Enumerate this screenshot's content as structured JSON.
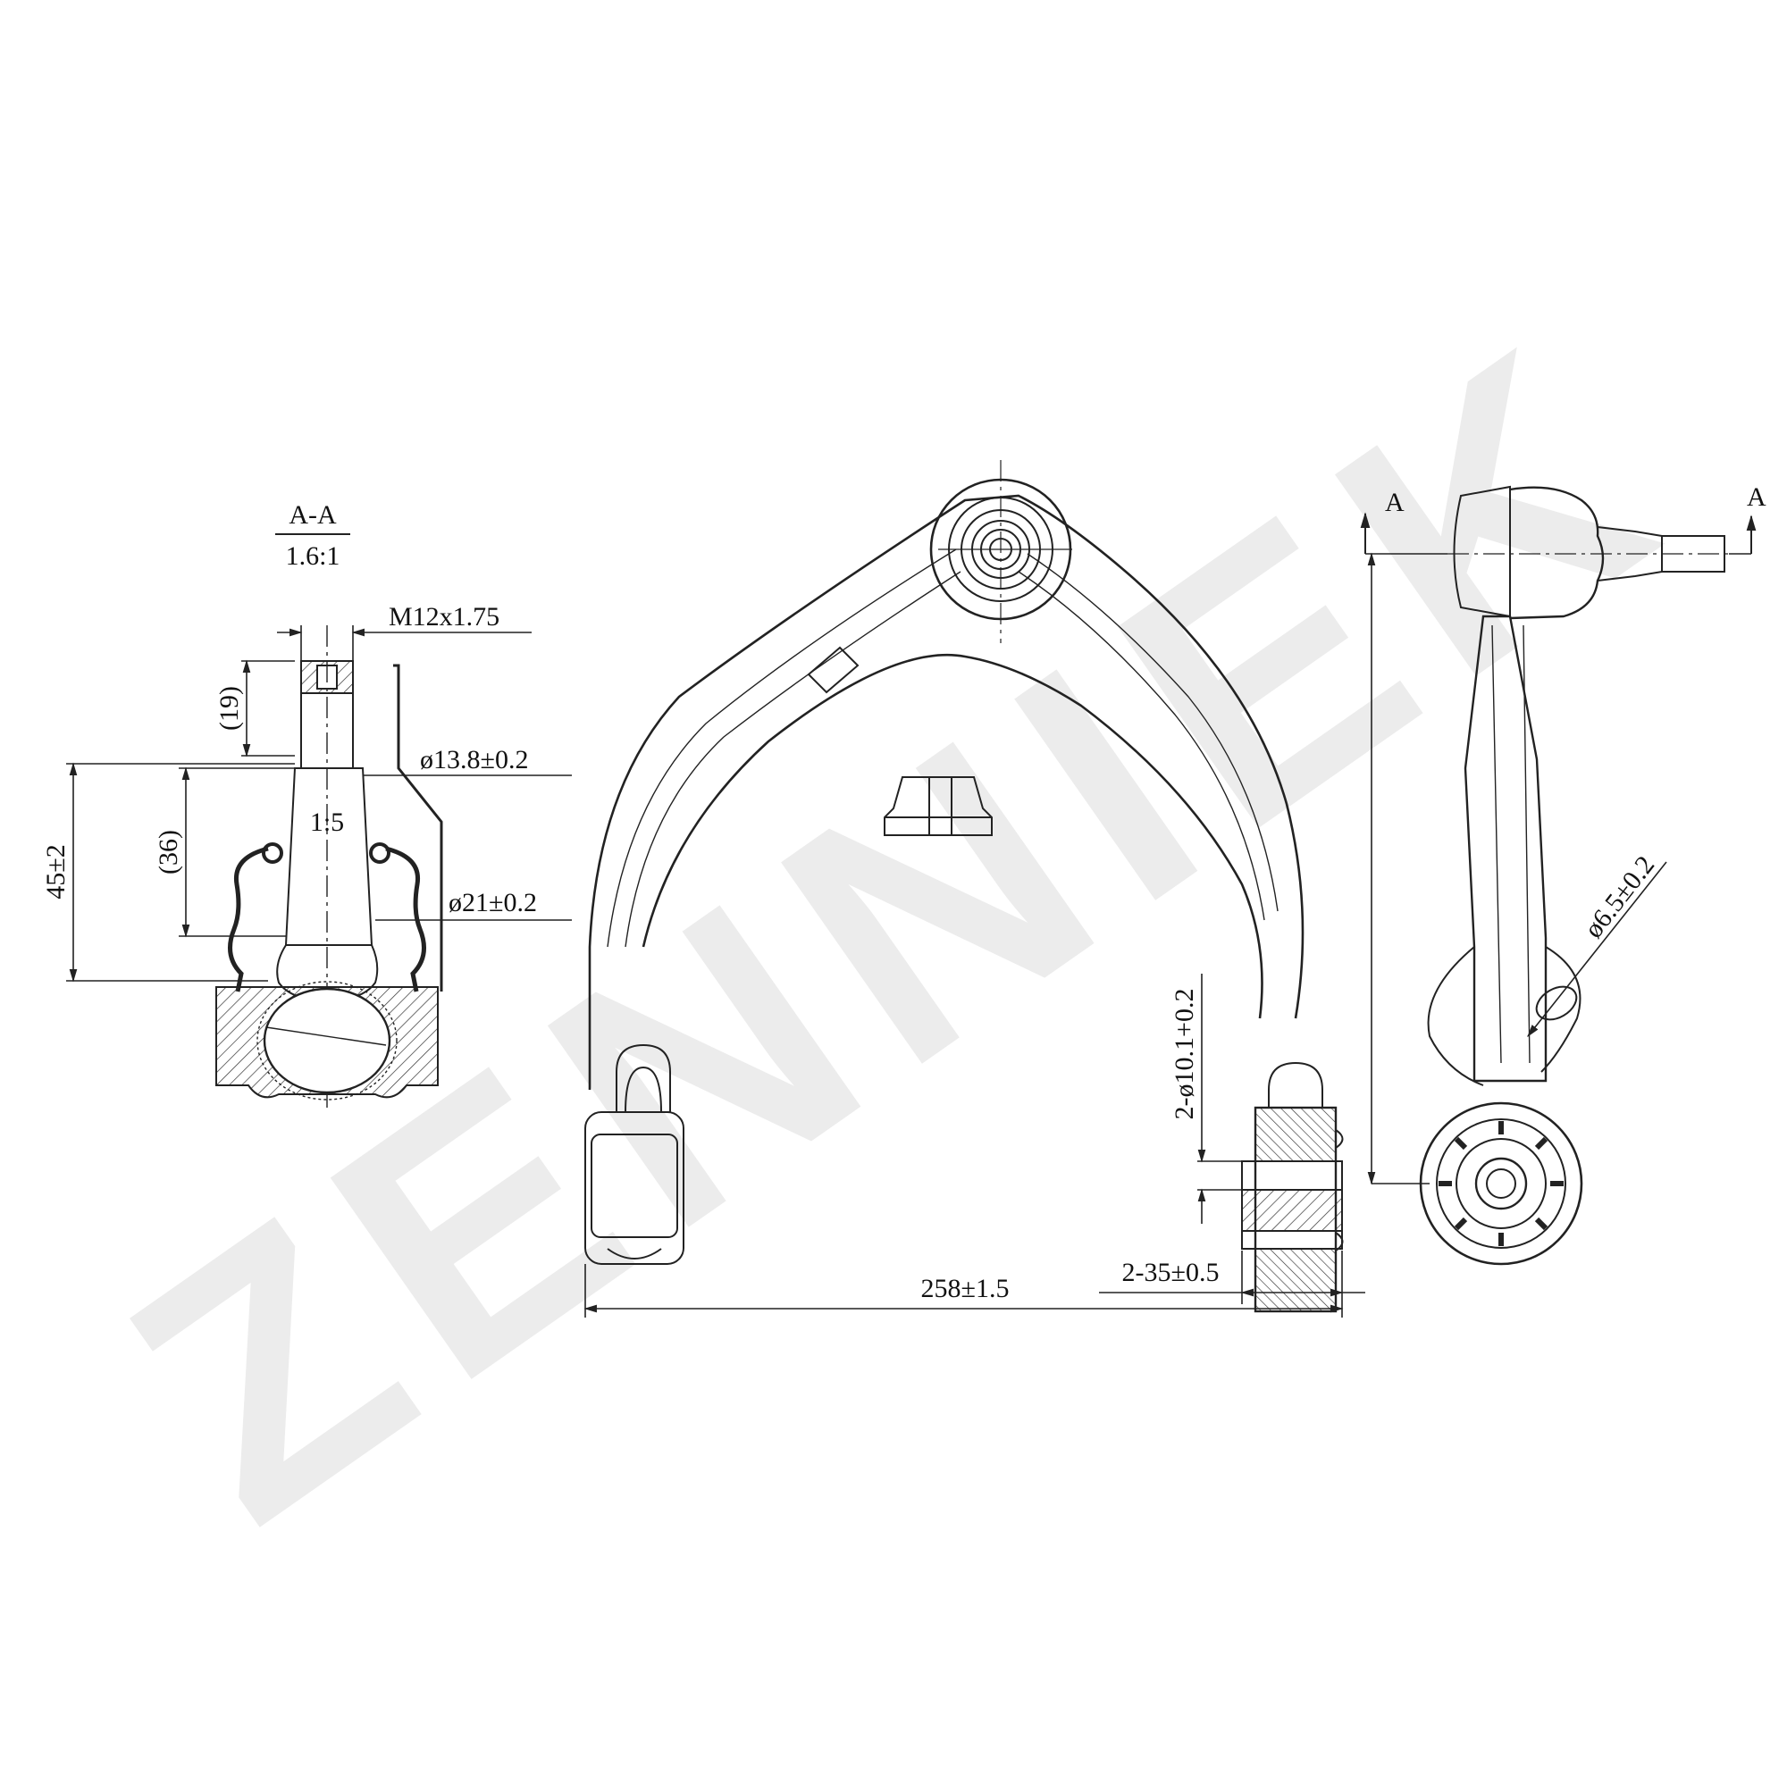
{
  "watermark": {
    "text": "ZENNIEK",
    "color": "#ececec"
  },
  "section_view": {
    "label": "A-A",
    "scale": "1.6:1",
    "dims": {
      "thread": "M12x1.75",
      "stud_len": "(19)",
      "taper_dia": "ø13.8±0.2",
      "taper": "1:5",
      "shank_len": "(36)",
      "total_height": "45±2",
      "ball_dia": "ø21±0.2"
    }
  },
  "main_view": {
    "dims": {
      "width": "258±1.5",
      "bushing_len": "2-35±0.5",
      "bushing_bore": "2-ø10.1+0.2"
    }
  },
  "side_view": {
    "section_marks": [
      "A",
      "A"
    ],
    "dims": {
      "hole_dia": "ø6.5±0.2"
    }
  },
  "colors": {
    "line": "#222222",
    "watermark": "#ececec"
  }
}
